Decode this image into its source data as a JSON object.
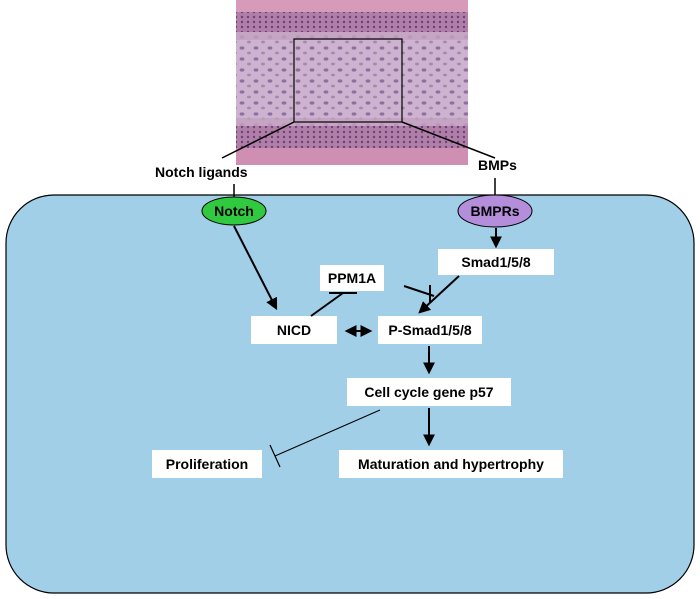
{
  "external_labels": {
    "notch_ligands": "Notch ligands",
    "bmps": "BMPs"
  },
  "receptors": {
    "notch": "Notch",
    "bmprs": "BMPRs"
  },
  "nodes": {
    "ppm1a": "PPM1A",
    "smad": "Smad1/5/8",
    "nicd": "NICD",
    "psmad": "P-Smad1/5/8",
    "p57": "Cell cycle gene p57",
    "proliferation": "Proliferation",
    "maturation": "Maturation and hypertrophy"
  },
  "colors": {
    "cell_fill": "#a2cfe8",
    "notch_receptor": "#31c93f",
    "bmpr_receptor": "#b48ddb",
    "node_box": "#ffffff"
  }
}
